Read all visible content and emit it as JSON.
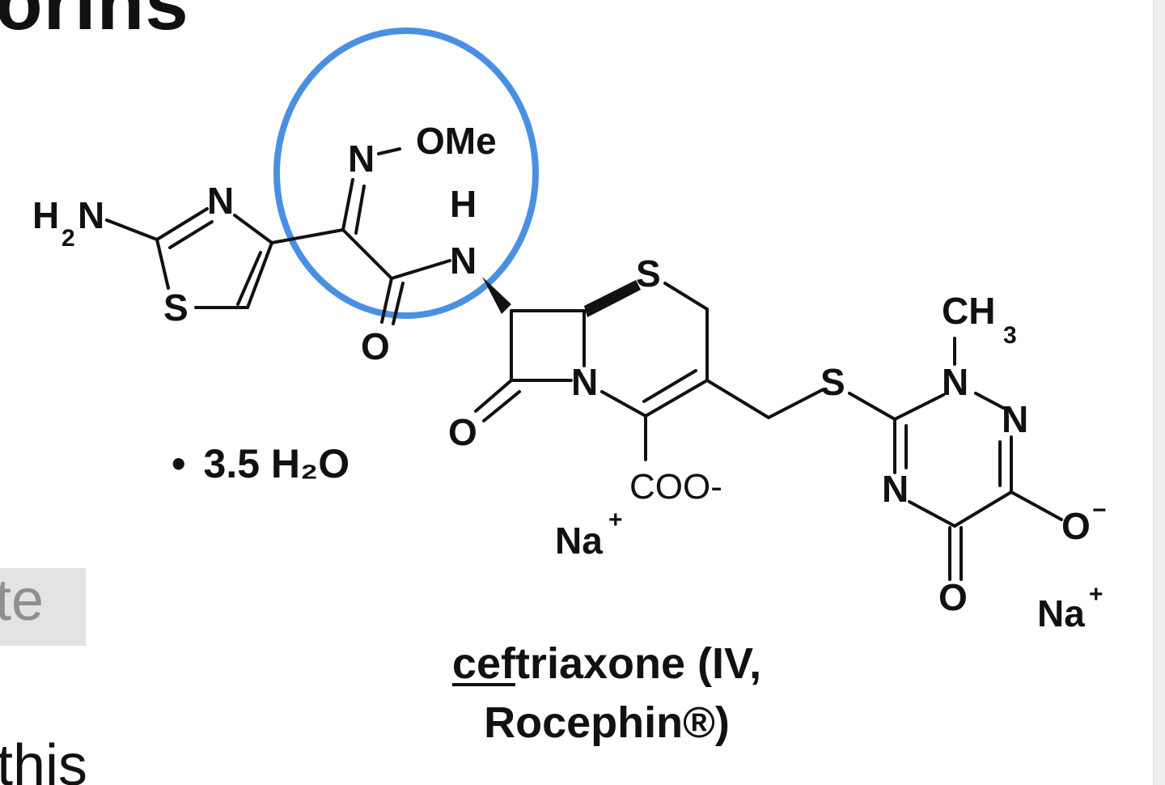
{
  "page": {
    "heading_fragment": "orins",
    "grey_tag_fragment": "te",
    "body_fragment": "this"
  },
  "structure": {
    "atoms": {
      "h2n": "H",
      "h2n_sub": "2",
      "h2n_n": "N",
      "thiazole_n": "N",
      "thiazole_s": "S",
      "oxime_n": "N",
      "ome": "OMe",
      "amide_h": "H",
      "amide_n": "N",
      "amide_o": "O",
      "lactam_o": "O",
      "ring_s": "S",
      "ring_n": "N",
      "coo": "COO-",
      "na1": "Na",
      "na1_charge": "+",
      "thioether_s": "S",
      "ch3": "CH",
      "ch3_sub": "3",
      "triazine_n1": "N",
      "triazine_n2": "N",
      "triazine_n3": "N",
      "o_minus": "O",
      "o_minus_charge": "−",
      "keto_o": "O",
      "na2": "Na",
      "na2_charge": "+"
    },
    "highlight_circle_color": "#4a90e2"
  },
  "hydrate": {
    "bullet": "•",
    "text": "3.5 H₂O"
  },
  "caption": {
    "underlined": "cef",
    "line1_rest": "triaxone (IV,",
    "line2": "Rocephin®)"
  }
}
